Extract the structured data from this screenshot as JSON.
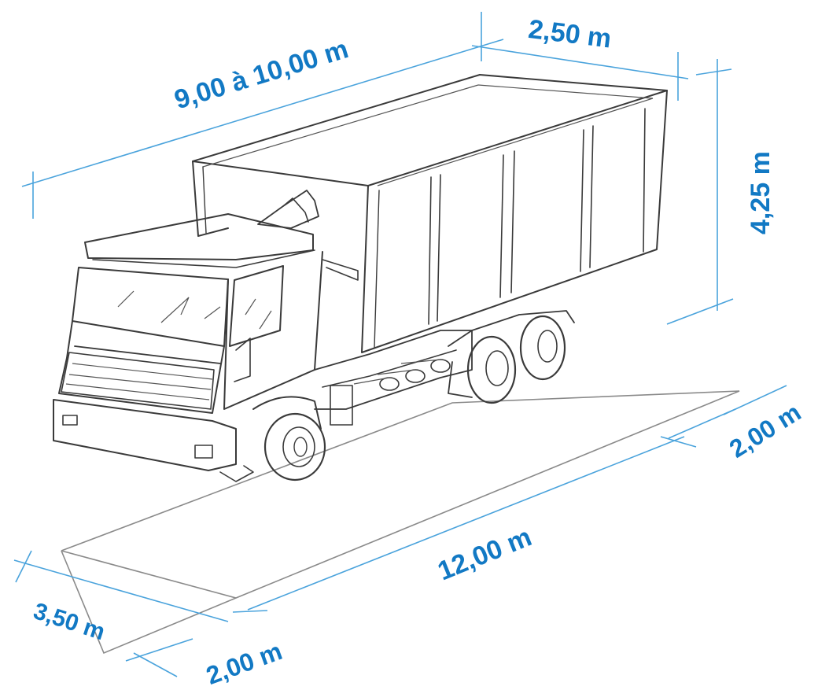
{
  "colors": {
    "dimension_text": "#1279c4",
    "dimension_line": "#4aa3dc",
    "sketch_line": "#3a3a3a",
    "background": "#ffffff"
  },
  "dimensions": {
    "truck_length": "9,00  à 10,00 m",
    "truck_width": "2,50 m",
    "truck_height": "4,25 m",
    "zone_length": "12,00 m",
    "zone_width": "3,50 m",
    "front_clearance": "2,00 m",
    "rear_clearance": "2,00 m"
  },
  "illustration": {
    "subject": "hook-lift-truck-with-container-icon"
  }
}
